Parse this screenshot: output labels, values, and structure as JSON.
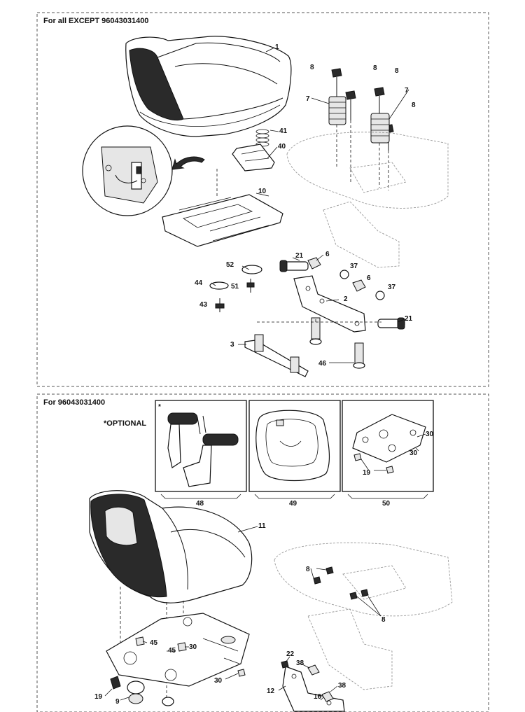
{
  "sections": {
    "upper": {
      "title": "For all EXCEPT 96043031400"
    },
    "lower": {
      "title": "For 96043031400",
      "optional_label": "*OPTIONAL",
      "optional_marker": "*"
    }
  },
  "callouts": {
    "upper": [
      "1",
      "8",
      "8",
      "8",
      "7",
      "7",
      "8",
      "41",
      "40",
      "10",
      "21",
      "6",
      "37",
      "52",
      "44",
      "51",
      "6",
      "37",
      "2",
      "43",
      "21",
      "3",
      "46"
    ],
    "lower_options": [
      "48",
      "49",
      "50",
      "30",
      "30",
      "19"
    ],
    "lower": [
      "11",
      "8",
      "8",
      "45",
      "30",
      "45",
      "22",
      "38",
      "30",
      "12",
      "16",
      "38",
      "19",
      "9"
    ]
  },
  "icons": [
    "seat-icon",
    "spring-icon",
    "bolt-icon",
    "nut-icon",
    "bracket-icon",
    "seat-plate-icon",
    "armrest-icon",
    "detail-magnifier-icon",
    "arrow-icon"
  ]
}
